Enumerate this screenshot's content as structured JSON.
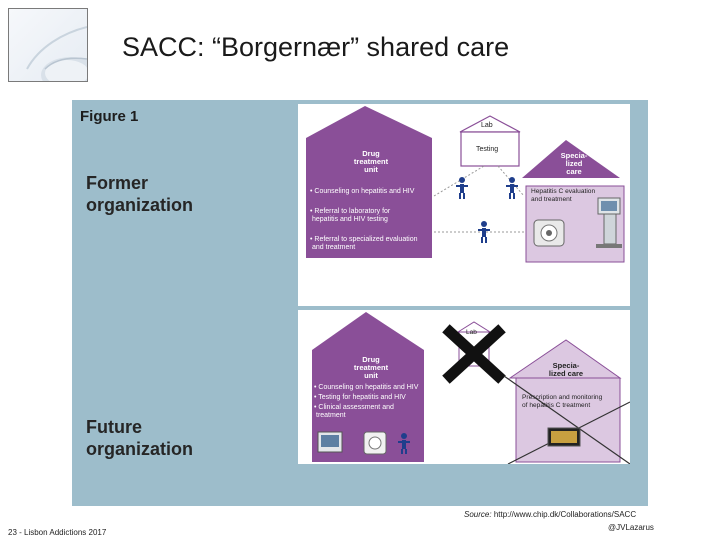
{
  "slide": {
    "title": "SACC: “Borgernær” shared care",
    "footer_left": "23 - Lisbon Addictions 2017",
    "source_prefix": "Source:",
    "source_url": "http://www.chip.dk/Collaborations/SACC",
    "twitter": "@JVLazarus"
  },
  "figure": {
    "label": "Figure 1",
    "former": {
      "label_line1": "Former",
      "label_line2": "organization",
      "lab_label": "Lab",
      "testing_label": "Testing",
      "drug_unit_title": [
        "Drug",
        "treatment",
        "unit"
      ],
      "drug_unit_items": [
        "• Counseling on hepatitis and HIV",
        "• Referral to laboratory for",
        "hepatitis and HIV testing",
        "• Referral to specialized evaluation",
        "and treatment"
      ],
      "specialized_title": [
        "Specia-",
        "lized",
        "care"
      ],
      "specialized_items": [
        "Hepatitis C evaluation",
        "and treatment"
      ]
    },
    "future": {
      "label_line1": "Future",
      "label_line2": "organization",
      "lab_label": "Lab",
      "drug_unit_title": [
        "Drug",
        "treatment",
        "unit"
      ],
      "drug_unit_items": [
        "• Counseling on hepatitis and HIV",
        "• Testing for hepatitis and HIV",
        "• Clinical assessment and",
        "treatment"
      ],
      "specialized_title": [
        "Specia-",
        "lized care"
      ],
      "specialized_items": [
        "Prescription and monitoring",
        "of hepatitis C treatment"
      ]
    },
    "colors": {
      "figure_bg": "#9dbdcb",
      "purple": "#8a4f98",
      "light_purple": "#dcc8e1",
      "person": "#1f3e8c"
    }
  }
}
